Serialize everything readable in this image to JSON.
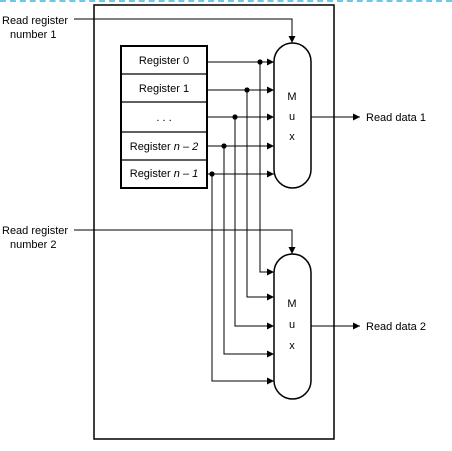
{
  "inputs": {
    "read_register_1": [
      "Read register",
      "number 1"
    ],
    "read_register_2": [
      "Read register",
      "number 2"
    ]
  },
  "registers": [
    {
      "prefix": "Register ",
      "index": "0"
    },
    {
      "prefix": "Register ",
      "index": "1"
    },
    {
      "prefix": "",
      "index": ". . ."
    },
    {
      "prefix": "Register ",
      "index": "n – 2"
    },
    {
      "prefix": "Register ",
      "index": "n – 1"
    }
  ],
  "mux_letters": [
    "M",
    "u",
    "x"
  ],
  "outputs": {
    "read_data_1": "Read data 1",
    "read_data_2": "Read data 2"
  }
}
